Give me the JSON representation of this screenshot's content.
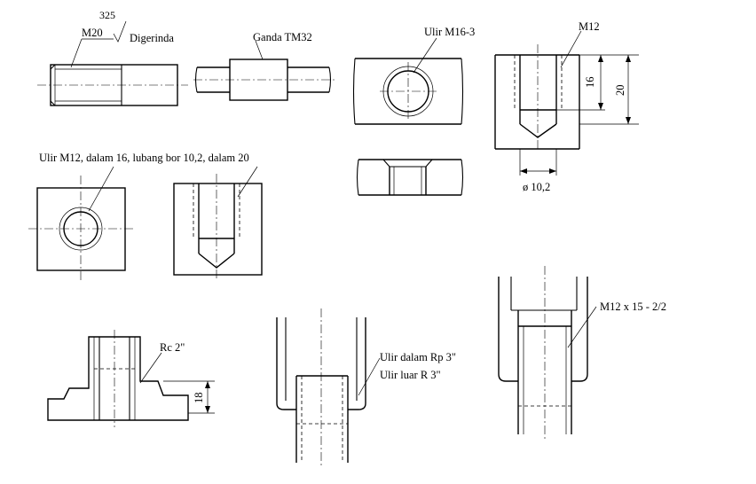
{
  "labels": {
    "roughness_value": "325",
    "m20": "M20",
    "digerinda": "Digerinda",
    "ganda": "Ganda  TM32",
    "ulir_m16": "Ulir M16-3",
    "m12": "M12",
    "dim_16": "16",
    "dim_20": "20",
    "dia_10_2": "ø 10,2",
    "ulir_m12_note": "Ulir M12, dalam 16, lubang bor 10,2, dalam 20",
    "rc2": "Rc 2\"",
    "dim_18": "18",
    "ulir_dalam": "Ulir dalam Rp 3\"",
    "ulir_luar": "Ulir luar R 3\"",
    "m12x15": "M12 x 15 - 2/2"
  }
}
